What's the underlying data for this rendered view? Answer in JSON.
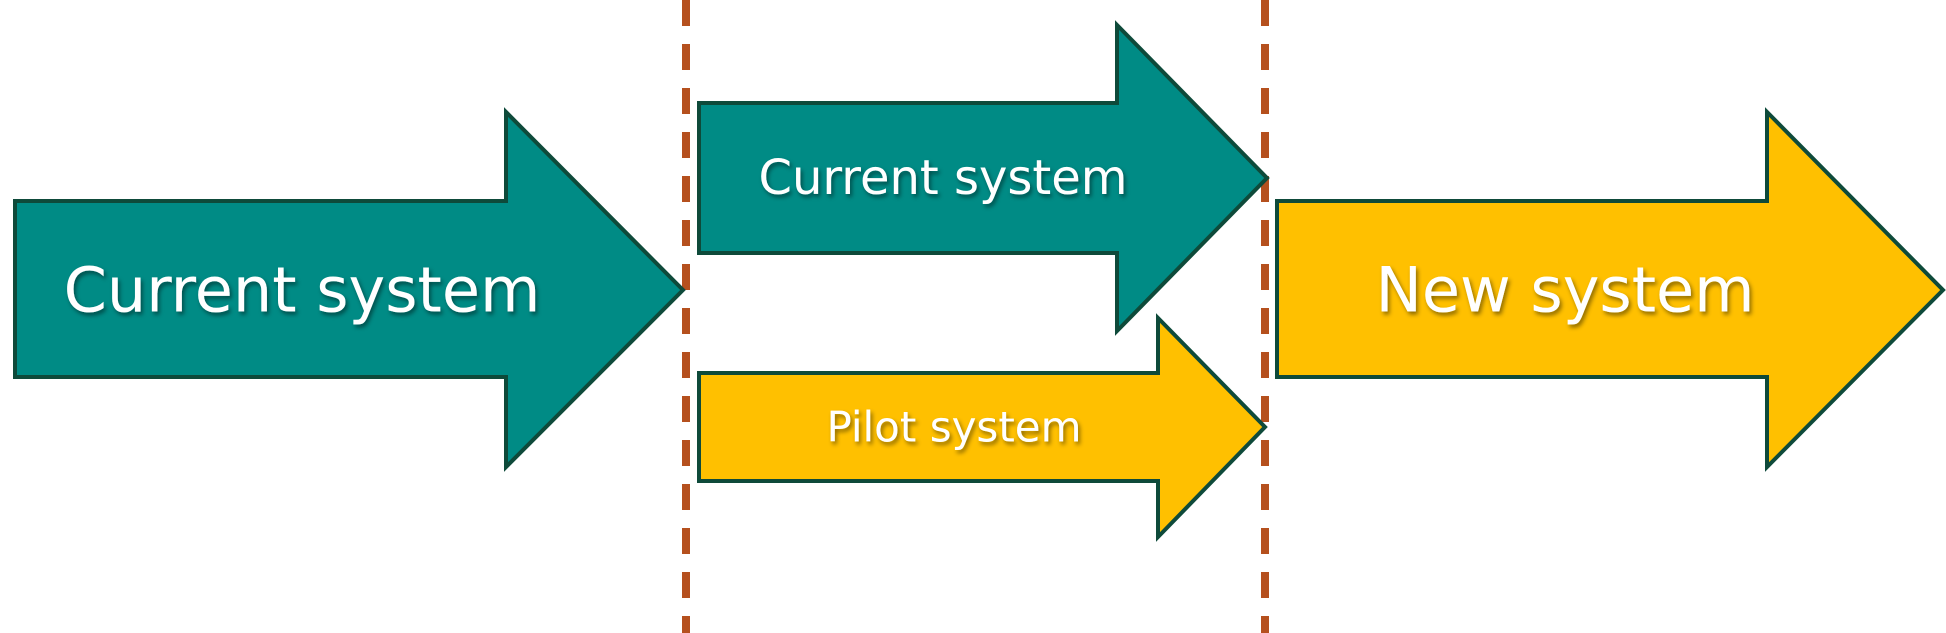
{
  "arrows": {
    "left_current": {
      "label": "Current system",
      "fill": "#008B85"
    },
    "middle_current": {
      "label": "Current system",
      "fill": "#008B85"
    },
    "pilot": {
      "label": "Pilot system",
      "fill": "#FFC000"
    },
    "new": {
      "label": "New system",
      "fill": "#FFC000"
    }
  },
  "colors": {
    "outline": "#0E4A3A",
    "divider": "#B5501E",
    "label_text": "#FFFFFF"
  }
}
